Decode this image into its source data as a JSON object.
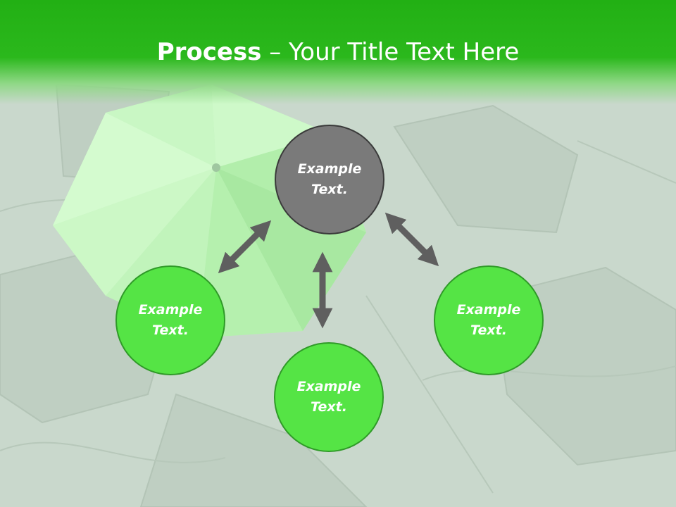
{
  "slide": {
    "title_bold": "Process",
    "title_rest": " – Your Title Text Here",
    "colors": {
      "header": "#2bb81c",
      "center_circle": "#7a7a7a",
      "outer_circle": "#55e445",
      "arrow": "#5f5f5f",
      "background": "#c9d8cc"
    }
  },
  "diagram": {
    "center": {
      "text": "Example\nText."
    },
    "nodes": [
      {
        "text": "Example\nText."
      },
      {
        "text": "Example\nText."
      },
      {
        "text": "Example\nText."
      }
    ]
  }
}
